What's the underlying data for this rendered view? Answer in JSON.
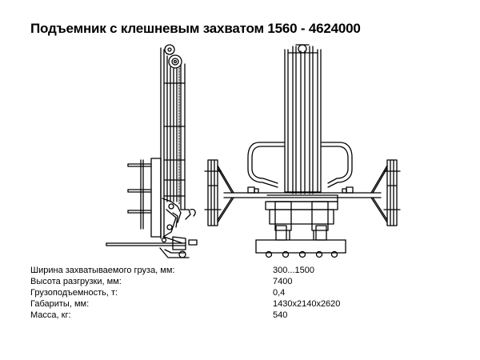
{
  "title": "Подъемник с клешневым захватом 1560 - 4624000",
  "specs": [
    {
      "label": "Ширина захватываемого груза, мм:",
      "value": "300...1500"
    },
    {
      "label": "Высота разгрузки, мм:",
      "value": "7400"
    },
    {
      "label": "Грузоподъемность, т:",
      "value": "0,4"
    },
    {
      "label": "Габариты, мм:",
      "value": "1430x2140x2620"
    },
    {
      "label": "Масса, кг:",
      "value": "540"
    }
  ]
}
